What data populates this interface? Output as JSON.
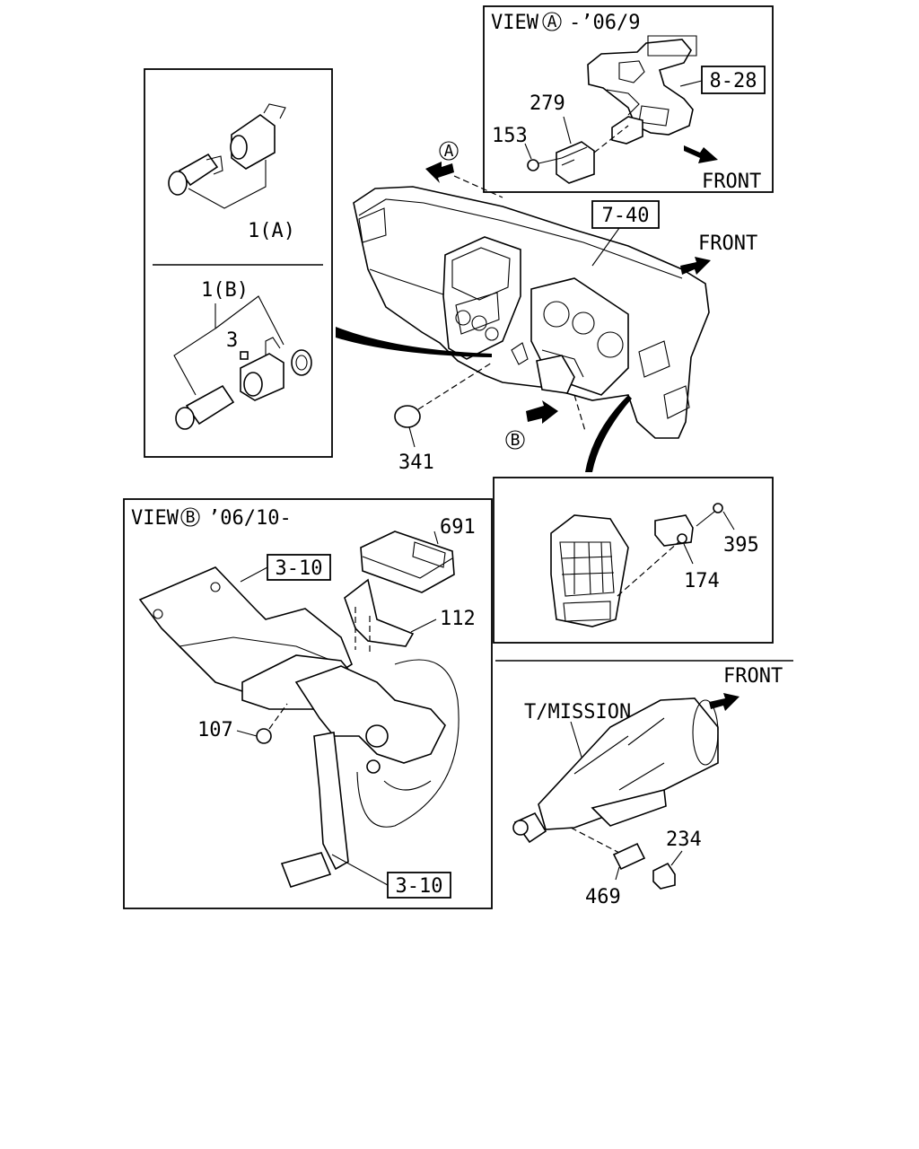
{
  "view_a": {
    "title": "VIEW",
    "marker": "A",
    "date": "-’06/9",
    "front": "FRONT",
    "ref": "8-28",
    "parts": [
      "279",
      "153"
    ]
  },
  "lighter_inset": {
    "label_a": "1(A)",
    "label_b": "1(B)",
    "part_3": "3"
  },
  "dashboard": {
    "ref": "7-40",
    "front": "FRONT",
    "marker_a": "A",
    "marker_b": "B",
    "part_341": "341"
  },
  "switch_inset": {
    "parts": [
      "395",
      "174"
    ]
  },
  "view_b": {
    "title": "VIEW",
    "marker": "B",
    "date": "’06/10-",
    "ref_top": "3-10",
    "ref_bottom": "3-10",
    "parts": [
      "691",
      "112",
      "107"
    ]
  },
  "transmission": {
    "label": "T/MISSION",
    "front": "FRONT",
    "parts": [
      "234",
      "469"
    ]
  }
}
